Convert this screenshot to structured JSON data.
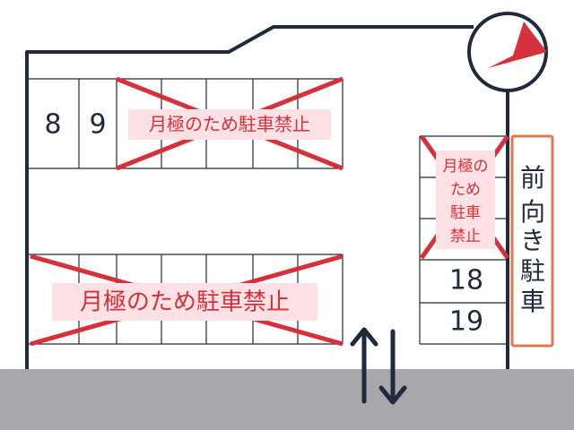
{
  "top_row": {
    "numbers": [
      "8",
      "9"
    ],
    "banner": "月極のため駐車禁止"
  },
  "bottom_row": {
    "banner": "月極のため駐車禁止"
  },
  "right_column": {
    "numbers": [
      "18",
      "19"
    ],
    "banner_lines": [
      "月極の",
      "ため",
      "駐車",
      "禁止"
    ]
  },
  "front_parking_sign": [
    "前",
    "向",
    "き",
    "駐",
    "車"
  ],
  "compass": {
    "direction": "north-east"
  },
  "entrance": {
    "arrows": "two-way"
  },
  "colors": {
    "outline": "#1f2a3c",
    "prohibited_red": "#d6303a",
    "banner_fill": "#fde1e4",
    "sign_border": "#e2774a",
    "road_gray": "#a8a8ac"
  }
}
